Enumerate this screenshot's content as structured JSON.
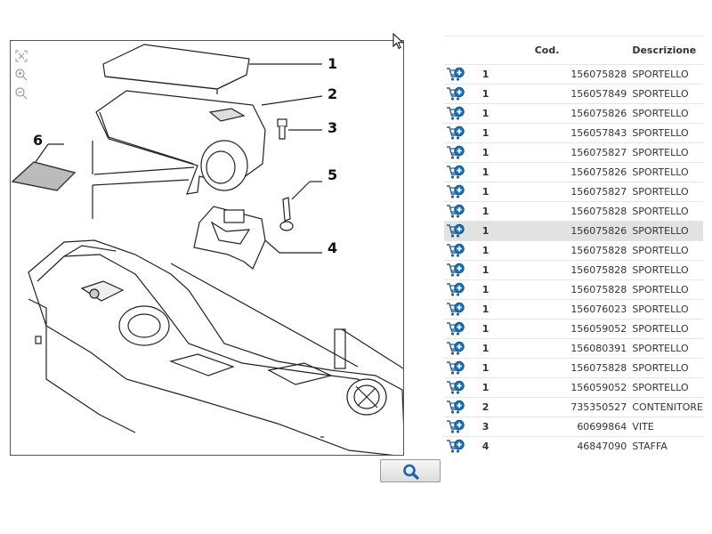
{
  "callouts": [
    "1",
    "2",
    "3",
    "5",
    "4",
    "6"
  ],
  "table": {
    "headers": {
      "qty": "",
      "cod": "Cod.",
      "desc": "Descrizione"
    },
    "rows": [
      {
        "qty": "1",
        "cod": "156075828",
        "desc": "SPORTELLO"
      },
      {
        "qty": "1",
        "cod": "156057849",
        "desc": "SPORTELLO"
      },
      {
        "qty": "1",
        "cod": "156075826",
        "desc": "SPORTELLO"
      },
      {
        "qty": "1",
        "cod": "156057843",
        "desc": "SPORTELLO"
      },
      {
        "qty": "1",
        "cod": "156075827",
        "desc": "SPORTELLO"
      },
      {
        "qty": "1",
        "cod": "156075826",
        "desc": "SPORTELLO"
      },
      {
        "qty": "1",
        "cod": "156075827",
        "desc": "SPORTELLO"
      },
      {
        "qty": "1",
        "cod": "156075828",
        "desc": "SPORTELLO"
      },
      {
        "qty": "1",
        "cod": "156075826",
        "desc": "SPORTELLO"
      },
      {
        "qty": "1",
        "cod": "156075828",
        "desc": "SPORTELLO"
      },
      {
        "qty": "1",
        "cod": "156075828",
        "desc": "SPORTELLO"
      },
      {
        "qty": "1",
        "cod": "156075828",
        "desc": "SPORTELLO"
      },
      {
        "qty": "1",
        "cod": "156076023",
        "desc": "SPORTELLO"
      },
      {
        "qty": "1",
        "cod": "156059052",
        "desc": "SPORTELLO"
      },
      {
        "qty": "1",
        "cod": "156080391",
        "desc": "SPORTELLO"
      },
      {
        "qty": "1",
        "cod": "156075828",
        "desc": "SPORTELLO"
      },
      {
        "qty": "1",
        "cod": "156059052",
        "desc": "SPORTELLO"
      },
      {
        "qty": "2",
        "cod": "735350527",
        "desc": "CONTENITORE"
      },
      {
        "qty": "3",
        "cod": "60699864",
        "desc": "VITE"
      },
      {
        "qty": "4",
        "cod": "46847090",
        "desc": "STAFFA"
      }
    ],
    "highlight_row": 8
  },
  "colors": {
    "cart_blue": "#1a6fb5",
    "highlight": "#e2e2e2",
    "zoom_icon": "#1f5fa8"
  },
  "icons": [
    "fit-icon",
    "zoom-in-icon",
    "zoom-out-icon",
    "magnifier-icon",
    "cart-add-icon",
    "mouse-cursor-icon"
  ]
}
